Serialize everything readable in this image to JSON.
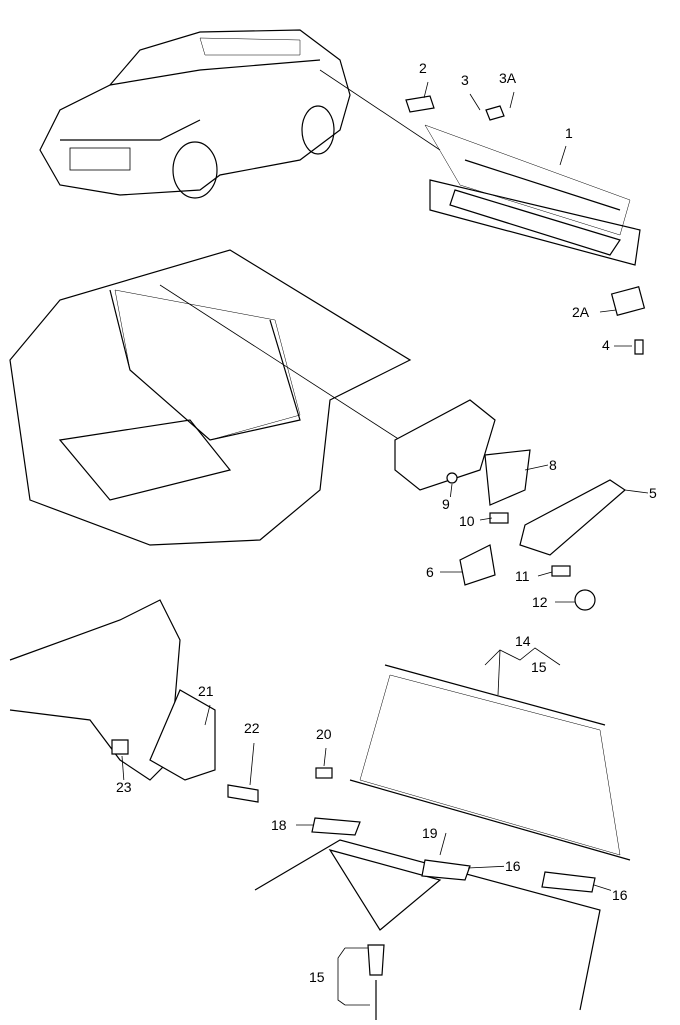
{
  "diagram": {
    "type": "exploded-parts-diagram",
    "callouts": [
      {
        "id": "c2",
        "text": "2"
      },
      {
        "id": "c3",
        "text": "3"
      },
      {
        "id": "c3A",
        "text": "3A"
      },
      {
        "id": "c1",
        "text": "1"
      },
      {
        "id": "c2A",
        "text": "2A"
      },
      {
        "id": "c4",
        "text": "4"
      },
      {
        "id": "c8",
        "text": "8"
      },
      {
        "id": "c5",
        "text": "5"
      },
      {
        "id": "c9",
        "text": "9"
      },
      {
        "id": "c10",
        "text": "10"
      },
      {
        "id": "c6",
        "text": "6"
      },
      {
        "id": "c11",
        "text": "11"
      },
      {
        "id": "c12",
        "text": "12"
      },
      {
        "id": "c14",
        "text": "14"
      },
      {
        "id": "c15a",
        "text": "15"
      },
      {
        "id": "c21",
        "text": "21"
      },
      {
        "id": "c22",
        "text": "22"
      },
      {
        "id": "c20",
        "text": "20"
      },
      {
        "id": "c23",
        "text": "23"
      },
      {
        "id": "c18",
        "text": "18"
      },
      {
        "id": "c19",
        "text": "19"
      },
      {
        "id": "c16a",
        "text": "16"
      },
      {
        "id": "c16b",
        "text": "16"
      },
      {
        "id": "c15b",
        "text": "15"
      }
    ]
  }
}
